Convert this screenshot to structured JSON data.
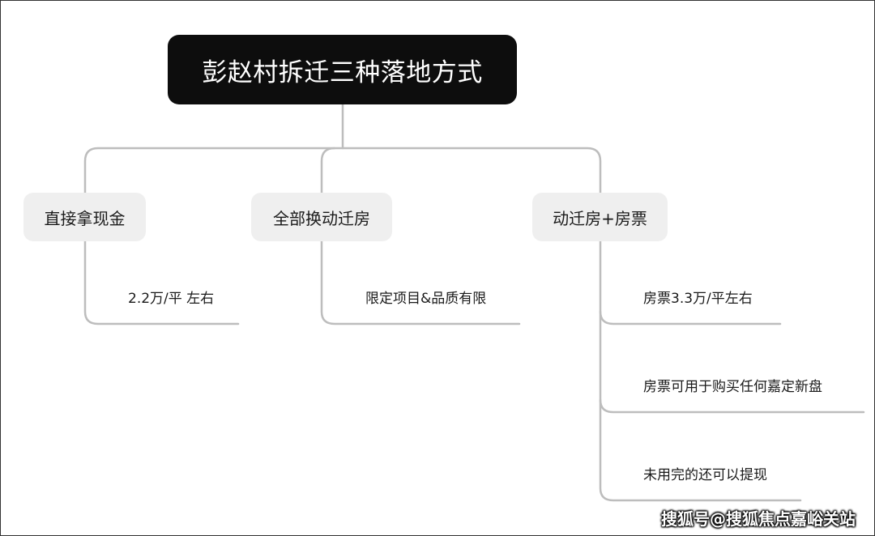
{
  "diagram": {
    "root": {
      "label": "彭赵村拆迁三种落地方式"
    },
    "branches": [
      {
        "label": "直接拿现金",
        "leaves": [
          "2.2万/平 左右"
        ]
      },
      {
        "label": "全部换动迁房",
        "leaves": [
          "限定项目&品质有限"
        ]
      },
      {
        "label": "动迁房+房票",
        "leaves": [
          "房票3.3万/平左右",
          "房票可用于购买任何嘉定新盘",
          "未用完的还可以提现"
        ]
      }
    ],
    "edge_color": "#bdbdbd"
  },
  "watermark": {
    "text": "搜狐号@搜狐焦点嘉峪关站"
  }
}
